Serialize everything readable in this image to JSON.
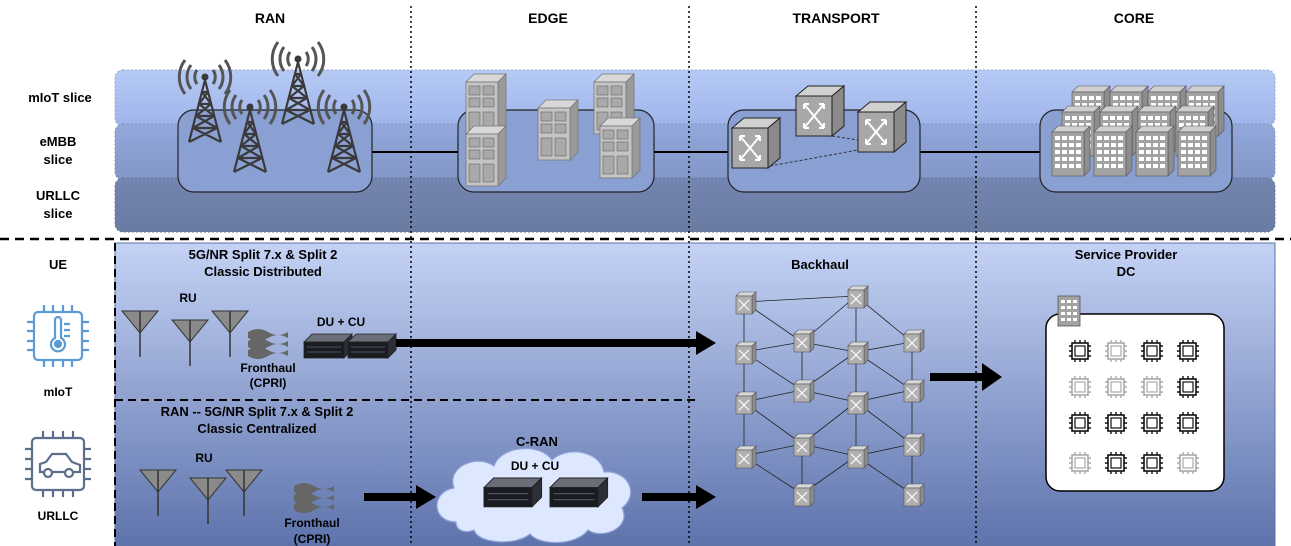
{
  "columns": {
    "ran": "RAN",
    "edge": "EDGE",
    "transport": "TRANSPORT",
    "core": "CORE"
  },
  "slices": {
    "miot": "mIoT slice",
    "embb": [
      "eMBB",
      "slice"
    ],
    "urllc": [
      "URLLC",
      "slice"
    ]
  },
  "ue": {
    "title": "UE",
    "miot_label": "mIoT",
    "urllc_label": "URLLC"
  },
  "distributed": {
    "title": [
      "5G/NR Split 7.x & Split 2",
      "Classic Distributed"
    ],
    "ru_label": "RU",
    "du_cu_label": "DU + CU",
    "fronthaul_label": [
      "Fronthaul",
      "(CPRI)"
    ]
  },
  "centralized": {
    "title": [
      "RAN -- 5G/NR Split 7.x & Split 2",
      "Classic Centralized"
    ],
    "ru_label": "RU",
    "fronthaul_label": [
      "Fronthaul",
      "(CPRI)"
    ],
    "cran_label": "C-RAN",
    "du_cu_label": "DU + CU"
  },
  "backhaul": {
    "title": "Backhaul"
  },
  "service_provider": {
    "title": [
      "Service Provider",
      "DC"
    ]
  },
  "colors": {
    "slice_miot": "#a7bdf0",
    "slice_embb": "#8a9fd0",
    "slice_urllc": "#6f80aa",
    "bottom_panel_top": "#c4d2f5",
    "bottom_panel_bottom": "#5e73ac",
    "cloud": "#dde8ff",
    "equipment": "#b8b8b8"
  },
  "dc_chips": [
    "dark",
    "light",
    "dark",
    "dark",
    "light",
    "light",
    "light",
    "dark",
    "dark",
    "dark",
    "dark",
    "dark",
    "light",
    "dark",
    "dark",
    "light"
  ]
}
